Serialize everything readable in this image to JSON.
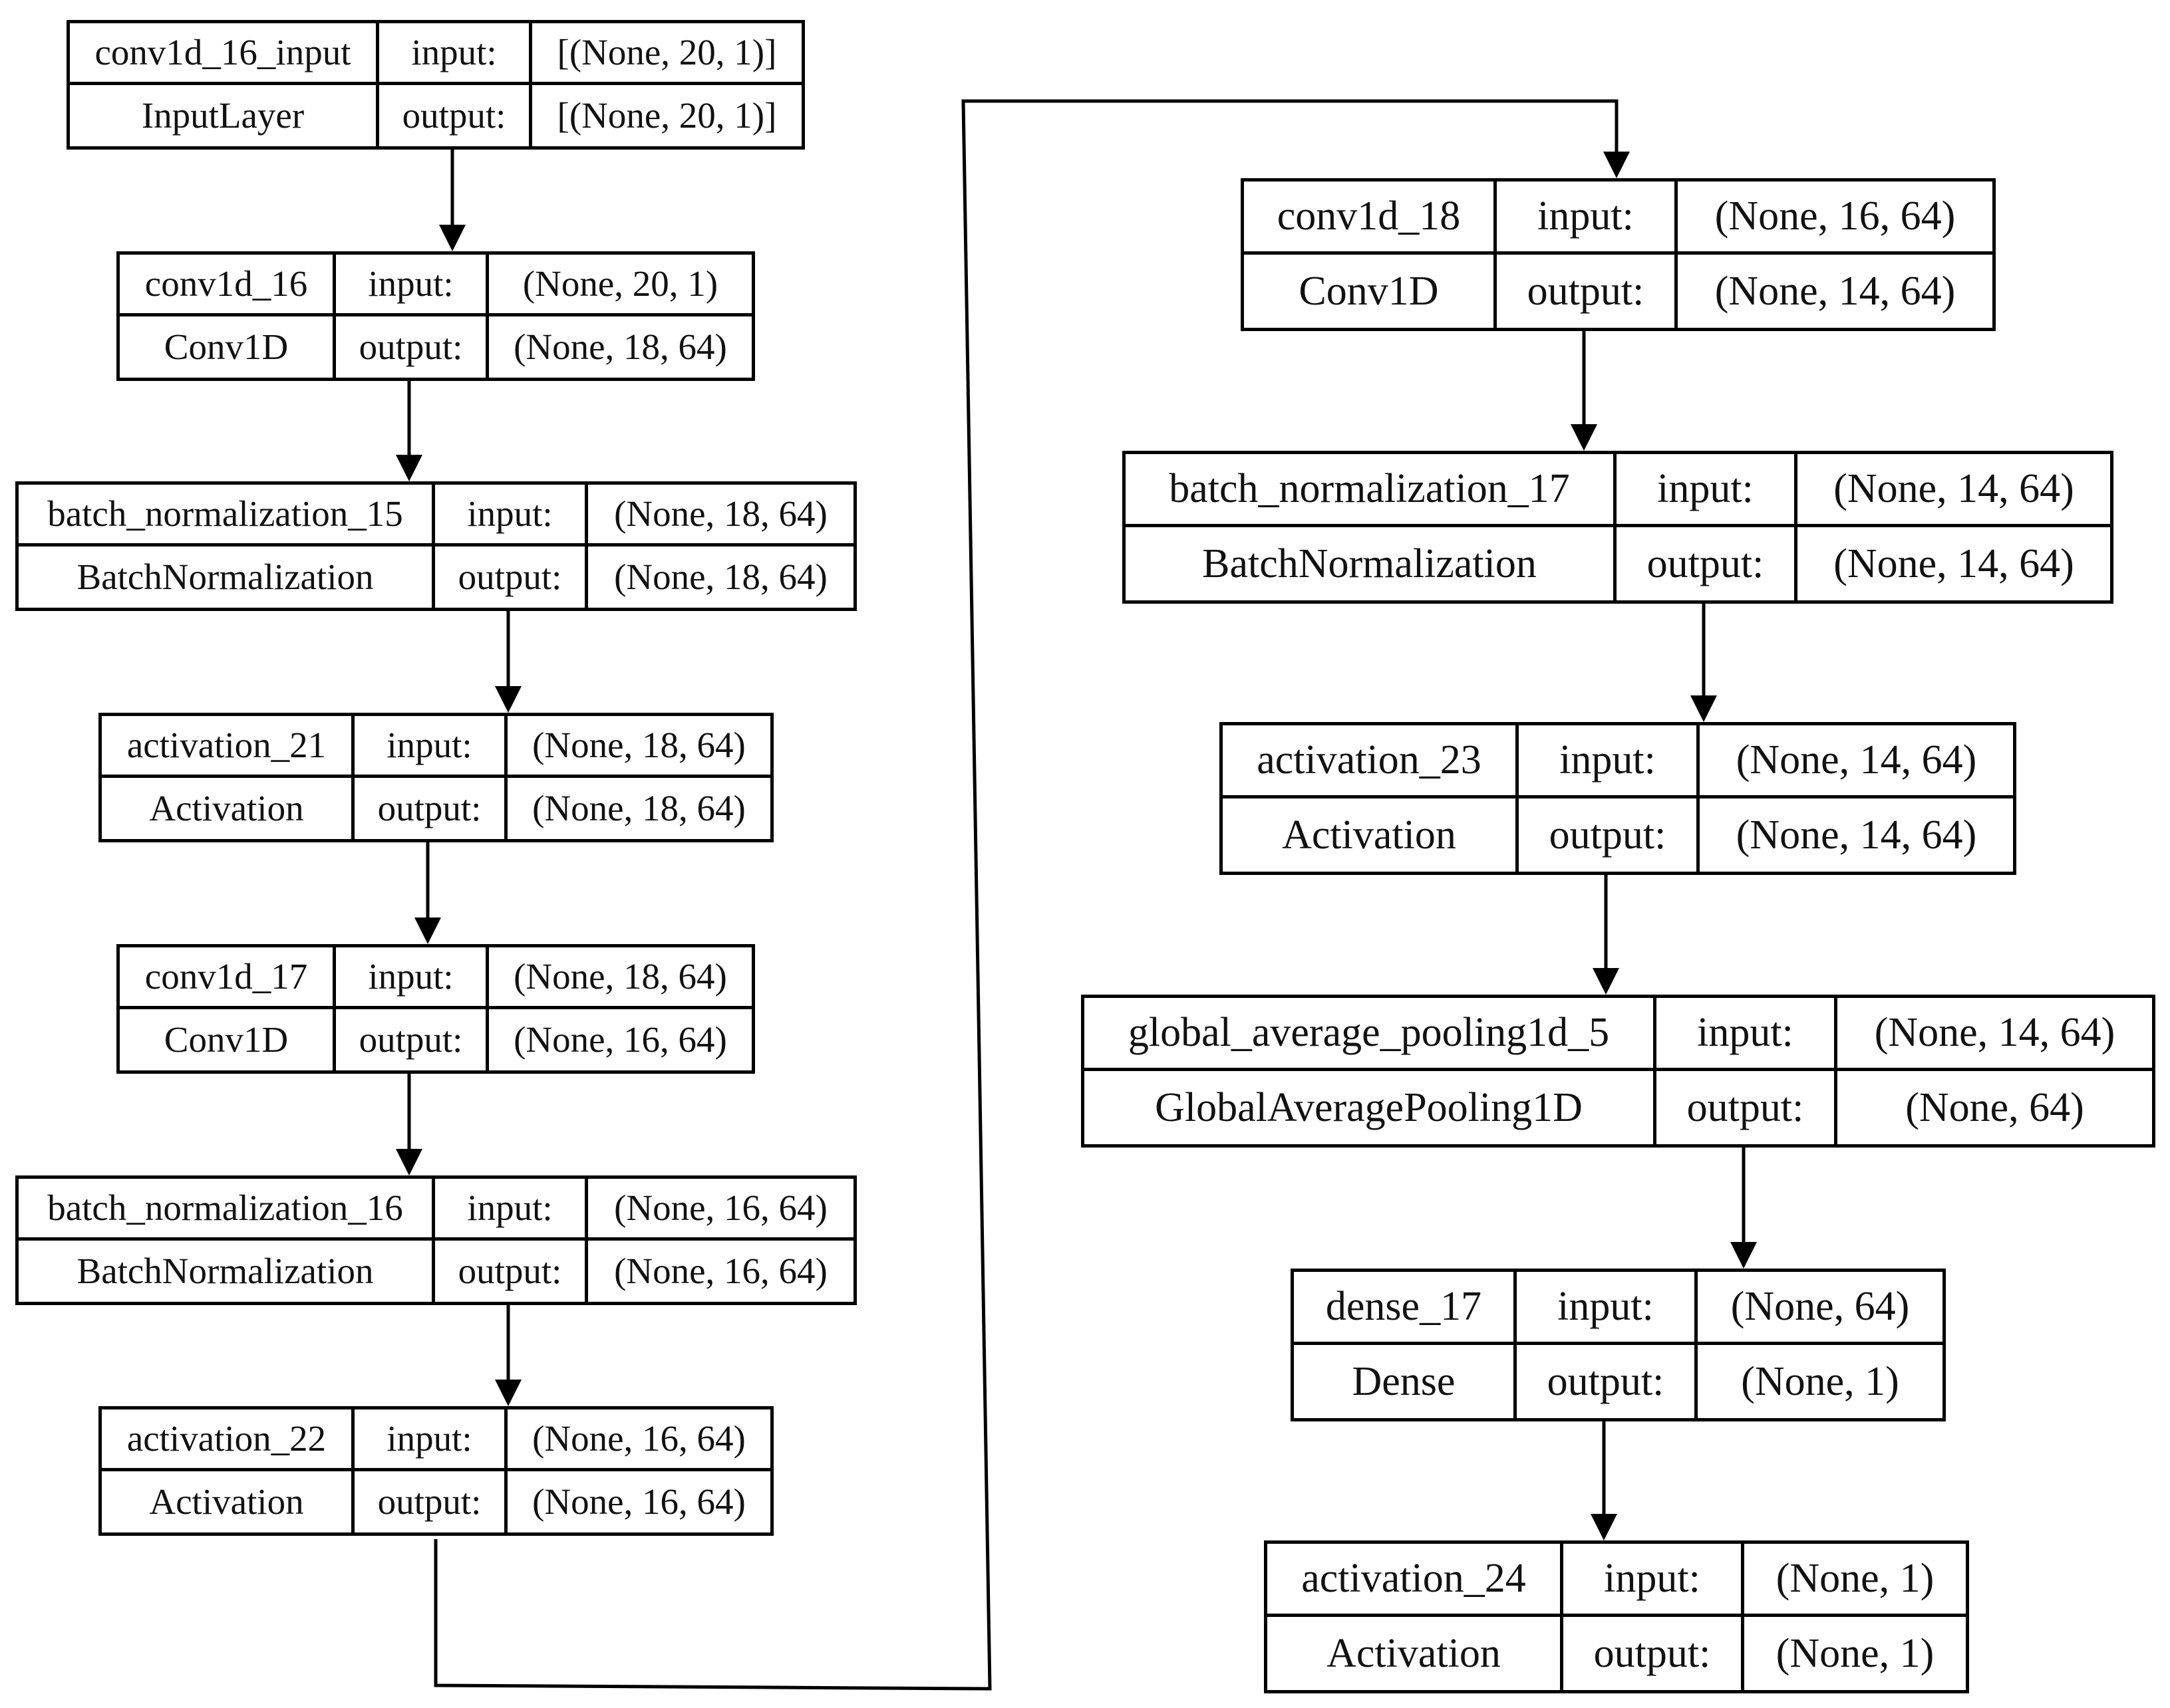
{
  "diagram": {
    "layers": [
      {
        "id": "L1",
        "name": "conv1d_16_input",
        "type": "InputLayer",
        "in_label": "input:",
        "out_label": "output:",
        "input_shape": "[(None, 20, 1)]",
        "output_shape": "[(None, 20, 1)]"
      },
      {
        "id": "L2",
        "name": "conv1d_16",
        "type": "Conv1D",
        "in_label": "input:",
        "out_label": "output:",
        "input_shape": "(None, 20, 1)",
        "output_shape": "(None, 18, 64)"
      },
      {
        "id": "L3",
        "name": "batch_normalization_15",
        "type": "BatchNormalization",
        "in_label": "input:",
        "out_label": "output:",
        "input_shape": "(None, 18, 64)",
        "output_shape": "(None, 18, 64)"
      },
      {
        "id": "L4",
        "name": "activation_21",
        "type": "Activation",
        "in_label": "input:",
        "out_label": "output:",
        "input_shape": "(None, 18, 64)",
        "output_shape": "(None, 18, 64)"
      },
      {
        "id": "L5",
        "name": "conv1d_17",
        "type": "Conv1D",
        "in_label": "input:",
        "out_label": "output:",
        "input_shape": "(None, 18, 64)",
        "output_shape": "(None, 16, 64)"
      },
      {
        "id": "L6",
        "name": "batch_normalization_16",
        "type": "BatchNormalization",
        "in_label": "input:",
        "out_label": "output:",
        "input_shape": "(None, 16, 64)",
        "output_shape": "(None, 16, 64)"
      },
      {
        "id": "L7",
        "name": "activation_22",
        "type": "Activation",
        "in_label": "input:",
        "out_label": "output:",
        "input_shape": "(None, 16, 64)",
        "output_shape": "(None, 16, 64)"
      },
      {
        "id": "L8",
        "name": "conv1d_18",
        "type": "Conv1D",
        "in_label": "input:",
        "out_label": "output:",
        "input_shape": "(None, 16, 64)",
        "output_shape": "(None, 14, 64)"
      },
      {
        "id": "L9",
        "name": "batch_normalization_17",
        "type": "BatchNormalization",
        "in_label": "input:",
        "out_label": "output:",
        "input_shape": "(None, 14, 64)",
        "output_shape": "(None, 14, 64)"
      },
      {
        "id": "L10",
        "name": "activation_23",
        "type": "Activation",
        "in_label": "input:",
        "out_label": "output:",
        "input_shape": "(None, 14, 64)",
        "output_shape": "(None, 14, 64)"
      },
      {
        "id": "L11",
        "name": "global_average_pooling1d_5",
        "type": "GlobalAveragePooling1D",
        "in_label": "input:",
        "out_label": "output:",
        "input_shape": "(None, 14, 64)",
        "output_shape": "(None, 64)"
      },
      {
        "id": "L12",
        "name": "dense_17",
        "type": "Dense",
        "in_label": "input:",
        "out_label": "output:",
        "input_shape": "(None, 64)",
        "output_shape": "(None, 1)"
      },
      {
        "id": "L13",
        "name": "activation_24",
        "type": "Activation",
        "in_label": "input:",
        "out_label": "output:",
        "input_shape": "(None, 1)",
        "output_shape": "(None, 1)"
      }
    ],
    "edges": [
      {
        "from": "L1",
        "to": "L2"
      },
      {
        "from": "L2",
        "to": "L3"
      },
      {
        "from": "L3",
        "to": "L4"
      },
      {
        "from": "L4",
        "to": "L5"
      },
      {
        "from": "L5",
        "to": "L6"
      },
      {
        "from": "L6",
        "to": "L7"
      },
      {
        "from": "L7",
        "to": "L8"
      },
      {
        "from": "L8",
        "to": "L9"
      },
      {
        "from": "L9",
        "to": "L10"
      },
      {
        "from": "L10",
        "to": "L11"
      },
      {
        "from": "L11",
        "to": "L12"
      },
      {
        "from": "L12",
        "to": "L13"
      }
    ],
    "colors": {
      "stroke": "#000000",
      "text": "#111111",
      "background": "#ffffff"
    }
  }
}
